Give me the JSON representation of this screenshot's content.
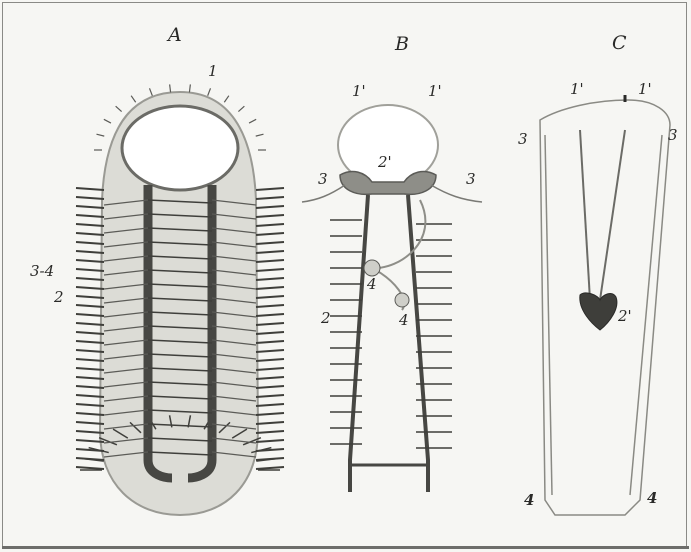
{
  "colors": {
    "ink": "#2a2a28",
    "body": "#dcdcd6",
    "nerve": "#474743",
    "paper": "#f6f6f3"
  },
  "panels": [
    {
      "id": "A",
      "title": "A",
      "labels": [
        "1",
        "3-4",
        "2"
      ]
    },
    {
      "id": "B",
      "title": "B",
      "labels": [
        "1'",
        "1'",
        "2'",
        "3",
        "3",
        "4",
        "4",
        "2"
      ]
    },
    {
      "id": "C",
      "title": "C",
      "labels": [
        "1'",
        "1'",
        "3",
        "3",
        "2'",
        "4",
        "4"
      ]
    }
  ]
}
